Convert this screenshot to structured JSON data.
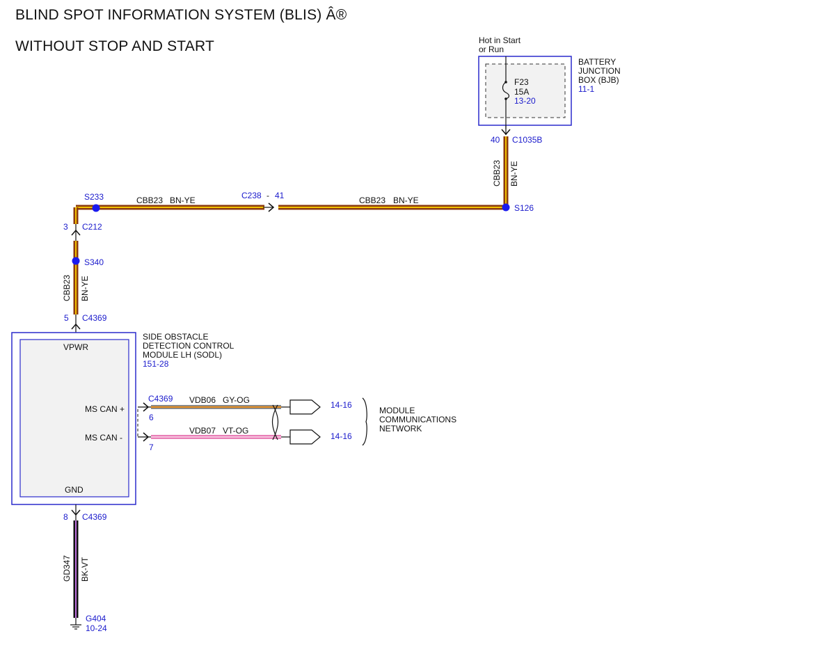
{
  "title": {
    "line1": "BLIND SPOT INFORMATION SYSTEM (BLIS) Â®",
    "line2": "WITHOUT STOP AND START"
  },
  "power_note": {
    "line1": "Hot in Start",
    "line2": "or Run"
  },
  "bjb": {
    "name_line1": "BATTERY",
    "name_line2": "JUNCTION",
    "name_line3": "BOX (BJB)",
    "ref": "11-1",
    "fuse_name": "F23",
    "fuse_rating": "15A",
    "fuse_ref": "13-20"
  },
  "connectors": {
    "c1035b_pin": "40",
    "c1035b": "C1035B",
    "c238": "C238",
    "c238_dash": "-",
    "c238_pin": "41",
    "c212_pin": "3",
    "c212": "C212",
    "c4369_pin_vpwr": "5",
    "c4369_top": "C4369",
    "c4369_mid": "C4369",
    "c4369_pin_mscan_pos": "6",
    "c4369_pin_mscan_neg": "7",
    "c4369_pin_gnd": "8",
    "c4369_bottom": "C4369"
  },
  "splices": {
    "s233": "S233",
    "s126": "S126",
    "s340": "S340"
  },
  "wires": {
    "vertical_bjb_circuit": "CBB23",
    "vertical_bjb_color": "BN-YE",
    "top_left_circuit": "CBB23",
    "top_left_color": "BN-YE",
    "top_right_circuit": "CBB23",
    "top_right_color": "BN-YE",
    "left_circuit": "CBB23",
    "left_color": "BN-YE",
    "can_pos_circuit": "VDB06",
    "can_pos_color": "GY-OG",
    "can_neg_circuit": "VDB07",
    "can_neg_color": "VT-OG",
    "ground_circuit": "GD347",
    "ground_color": "BK-VT"
  },
  "module": {
    "name_line1": "SIDE OBSTACLE",
    "name_line2": "DETECTION CONTROL",
    "name_line3": "MODULE LH (SODL)",
    "ref": "151-28",
    "pin_vpwr": "VPWR",
    "pin_mscan_pos": "MS CAN +",
    "pin_mscan_neg": "MS CAN -",
    "pin_gnd": "GND"
  },
  "network": {
    "ref_pos": "14-16",
    "ref_neg": "14-16",
    "label_line1": "MODULE",
    "label_line2": "COMMUNICATIONS",
    "label_line3": "NETWORK"
  },
  "ground": {
    "name": "G404",
    "ref": "10-24"
  },
  "colors": {
    "reference_blue": "#1a1acc",
    "wire_brown": "#8b3a0e",
    "wire_yellow": "#f2c200",
    "wire_gray": "#8a8a8a",
    "wire_orange": "#e38a1c",
    "wire_violet": "#9a3fb0",
    "wire_pink_orange": "#f2a0c8",
    "wire_black": "#111111"
  }
}
